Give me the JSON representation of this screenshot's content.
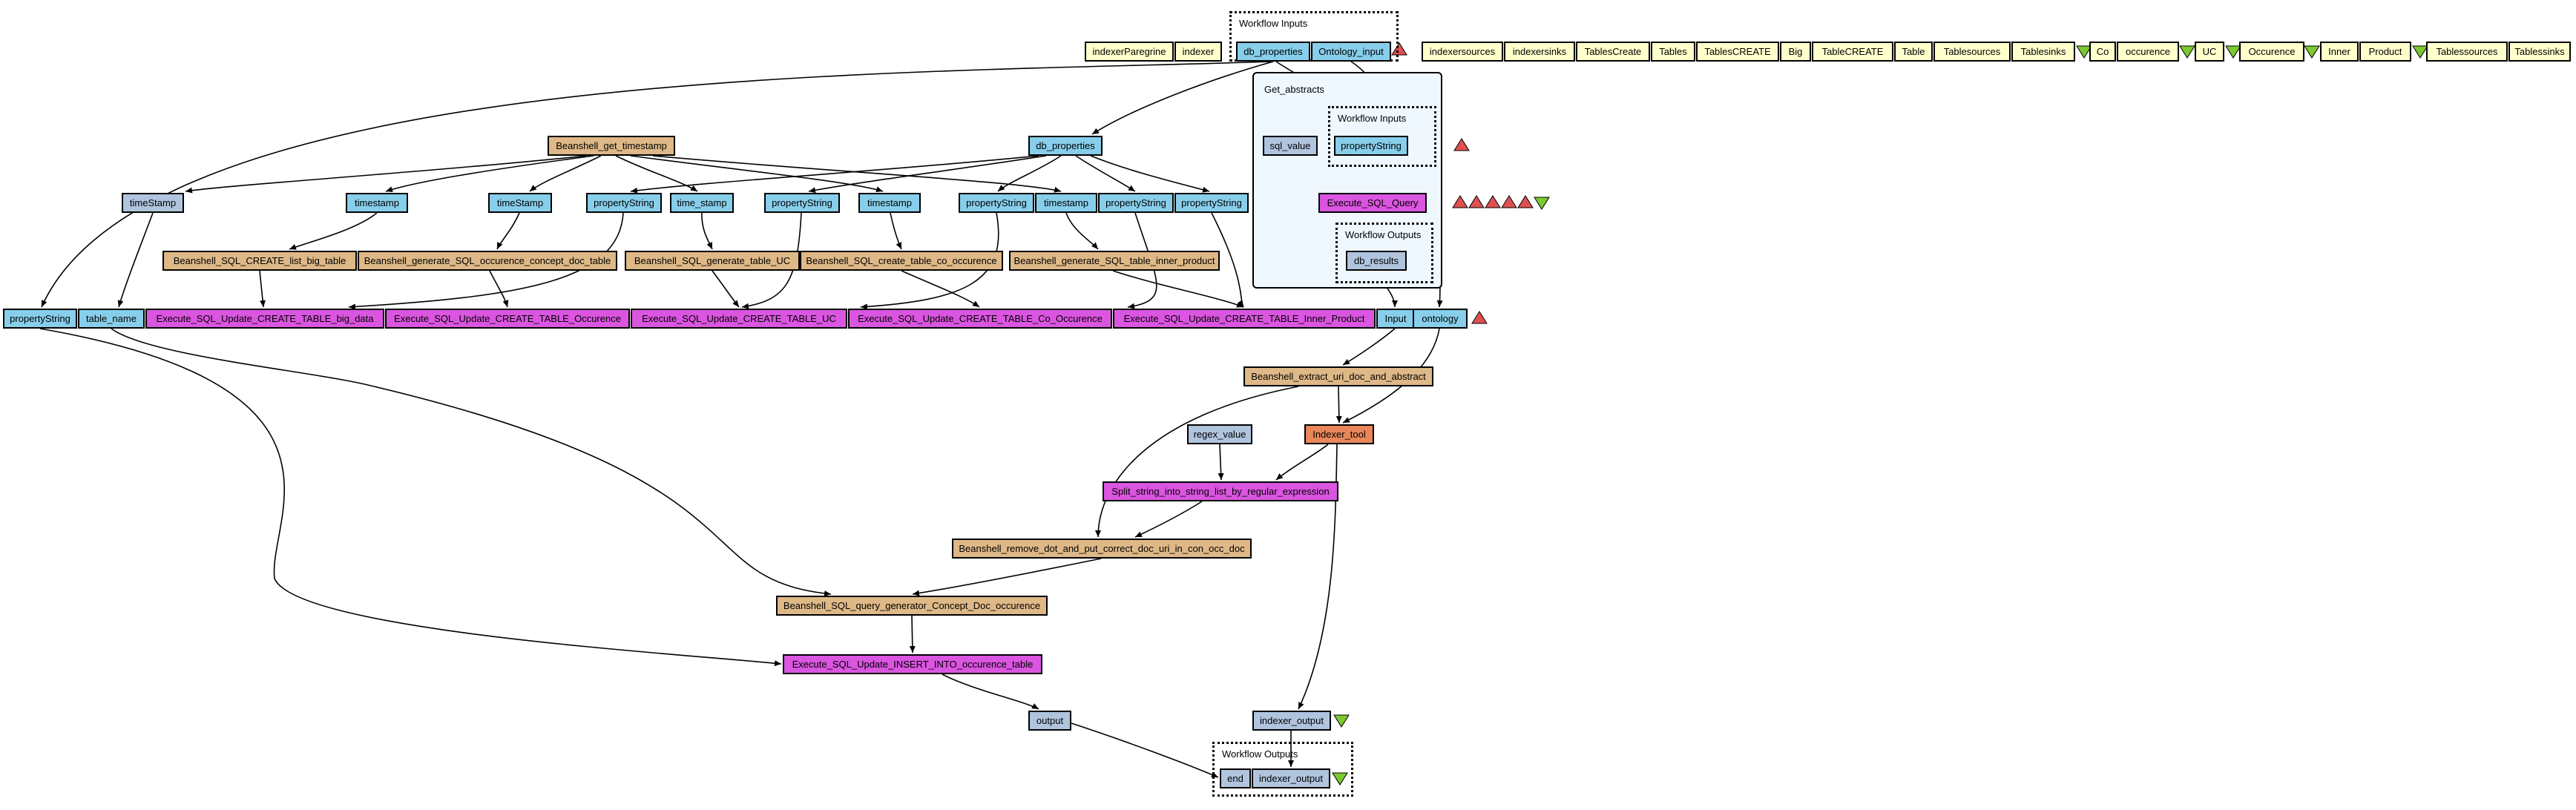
{
  "colors": {
    "input_port": "#87ceeb",
    "processor_beanshell": "#deb887",
    "processor_sql": "#da55e0",
    "local_value": "#b0c4de",
    "constant": "#ffffcc",
    "indexer_tool": "#e9875a",
    "nested_bg": "#f0f8ff",
    "triangle_up": "#e05050",
    "triangle_down": "#7cc832"
  },
  "clusters": {
    "top_inputs": "Workflow Inputs",
    "get_abstracts": "Get_abstracts",
    "nested_inputs": "Workflow Inputs",
    "nested_outputs": "Workflow Outputs",
    "bottom_outputs": "Workflow Outputs"
  },
  "nodes": {
    "indexerParegrine": "indexerParegrine",
    "indexer": "indexer",
    "wi_db_properties": "db_properties",
    "wi_ontology_input": "Ontology_input",
    "c_indexersources": "indexersources",
    "c_indexersinks": "indexersinks",
    "c_tablescreate": "TablesCreate",
    "c_tables": "Tables",
    "c_tablesCREATE": "TablesCREATE",
    "c_big": "Big",
    "c_tableCREATE": "TableCREATE",
    "c_table": "Table",
    "c_tablesources": "Tablesources",
    "c_tablesinks": "Tablesinks",
    "c_co": "Co",
    "c_occurence": "occurence",
    "c_uc": "UC",
    "c_Occurence": "Occurence",
    "c_inner": "Inner",
    "c_product": "Product",
    "c_tablessources": "Tablessources",
    "c_tablessinks": "Tablessinks",
    "beanshell_get_timestamp": "Beanshell_get_timestamp",
    "db_properties": "db_properties",
    "sql_value": "sql_value",
    "nested_propertyString": "propertyString",
    "execute_sql_query": "Execute_SQL_Query",
    "db_results": "db_results",
    "timeStamp_1": "timeStamp",
    "timestamp_2": "timestamp",
    "timeStamp_3": "timeStamp",
    "propertyString_4": "propertyString",
    "time_stamp_5": "time_stamp",
    "propertyString_6": "propertyString",
    "timestamp_7": "timestamp",
    "propertyString_8": "propertyString",
    "timestamp_9": "timestamp",
    "propertyString_10": "propertyString",
    "propertyString_11": "propertyString",
    "bs_create_list_big_table": "Beanshell_SQL_CREATE_list_big_table",
    "bs_generate_occurence": "Beanshell_generate_SQL_occurence_concept_doc_table",
    "bs_generate_table_uc": "Beanshell_SQL_generate_table_UC",
    "bs_create_table_co": "Beanshell_SQL_create_table_co_occurence",
    "bs_generate_inner": "Beanshell_generate_SQL_table_inner_product",
    "propertyString_left": "propertyString",
    "table_name": "table_name",
    "ex_big_data": "Execute_SQL_Update_CREATE_TABLE_big_data",
    "ex_occurence": "Execute_SQL_Update_CREATE_TABLE_Occurence",
    "ex_uc": "Execute_SQL_Update_CREATE_TABLE_UC",
    "ex_co": "Execute_SQL_Update_CREATE_TABLE_Co_Occurence",
    "ex_inner": "Execute_SQL_Update_CREATE_TABLE_Inner_Product",
    "input": "Input",
    "ontology": "ontology",
    "bs_extract": "Beanshell_extract_uri_doc_and_abstract",
    "regex_value": "regex_value",
    "indexer_tool": "Indexer_tool",
    "split_string": "Split_string_into_string_list_by_regular_expression",
    "bs_remove_dot": "Beanshell_remove_dot_and_put_correct_doc_uri_in_con_occ_doc",
    "bs_query_generator": "Beanshell_SQL_query_generator_Concept_Doc_occurence",
    "ex_insert": "Execute_SQL_Update_INSERT_INTO_occurence_table",
    "output": "output",
    "indexer_output": "indexer_output",
    "wo_end": "end",
    "wo_indexer_output": "indexer_output"
  }
}
